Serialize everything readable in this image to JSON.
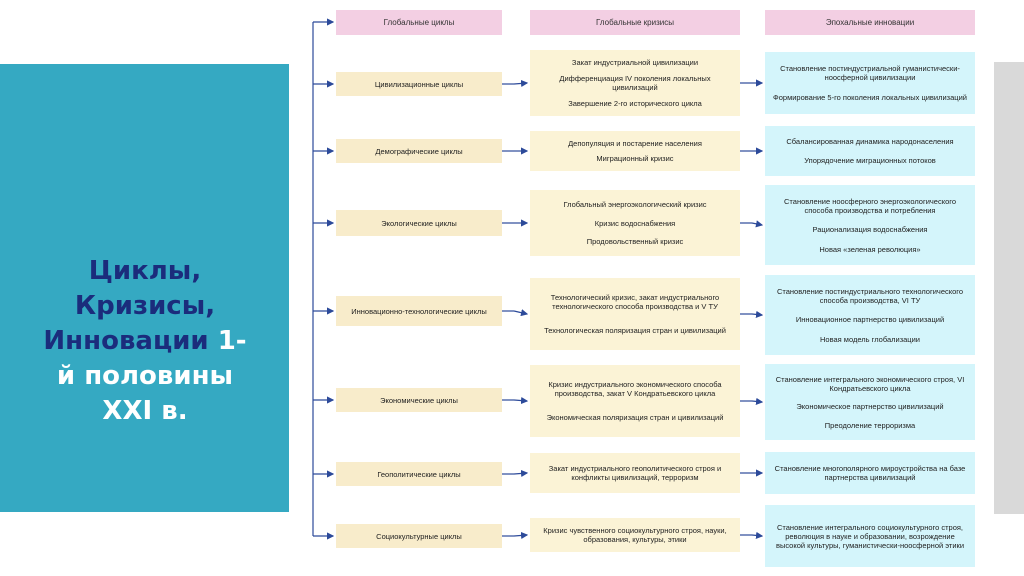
{
  "title": {
    "w1": "Циклы,",
    "w2": "Кризисы,",
    "w3": "Инновации",
    "w3_suffix": " 1-",
    "w4": "й половины",
    "w5": "XXI в."
  },
  "headers": {
    "cycles": "Глобальные циклы",
    "crises": "Глобальные кризисы",
    "innovations": "Эпохальные инновации"
  },
  "rows": [
    {
      "cycle": "Цивилизационные циклы",
      "crises": [
        "Закат индустриальной цивилизации",
        "Дифференциация IV поколения локальных цивилизаций",
        "Завершение 2-го исторического цикла"
      ],
      "innovations": [
        "Становление постиндустриальной гуманистически-ноосферной цивилизации",
        "Формирование 5-го поколения локальных цивилизаций"
      ]
    },
    {
      "cycle": "Демографические циклы",
      "crises": [
        "Депопуляция и постарение населения",
        "Миграционный кризис"
      ],
      "innovations": [
        "Сбалансированная динамика народонаселения",
        "Упорядочение миграционных потоков"
      ]
    },
    {
      "cycle": "Экологические циклы",
      "crises": [
        "Глобальный энергоэкологический кризис",
        "Кризис водоснабжения",
        "Продовольственный кризис"
      ],
      "innovations": [
        "Становление ноосферного энергоэкологического способа производства и потребления",
        "Рационализация водоснабжения",
        "Новая «зеленая революция»"
      ]
    },
    {
      "cycle": "Инновационно-технологические циклы",
      "crises": [
        "Технологический кризис, закат индустриального технологического способа производства и V ТУ",
        "Технологическая поляризация стран и цивилизаций"
      ],
      "innovations": [
        "Становление постиндустриального технологического способа производства, VI ТУ",
        "Инновационное партнерство цивилизаций",
        "Новая модель глобализации"
      ]
    },
    {
      "cycle": "Экономические циклы",
      "crises": [
        "Кризис индустриального экономического способа производства, закат V Кондратьевского цикла",
        "Экономическая поляризация стран и цивилизаций"
      ],
      "innovations": [
        "Становление интегрального экономического строя, VI Кондратьевского цикла",
        "Экономическое партнерство цивилизаций",
        "Преодоление терроризма"
      ]
    },
    {
      "cycle": "Геополитические циклы",
      "crises": [
        "Закат индустриального геополитического строя и конфликты цивилизаций, терроризм"
      ],
      "innovations": [
        "Становление многополярного мироустройства на базе партнерства цивилизаций"
      ]
    },
    {
      "cycle": "Социокультурные циклы",
      "crises": [
        "Кризис чувственного социокультурного строя, науки, образования, культуры, этики"
      ],
      "innovations": [
        "Становление интегрального социокультурного строя, революция в науке и образовании, возрождение высокой культуры, гуманистически-ноосферной этики"
      ]
    }
  ]
}
